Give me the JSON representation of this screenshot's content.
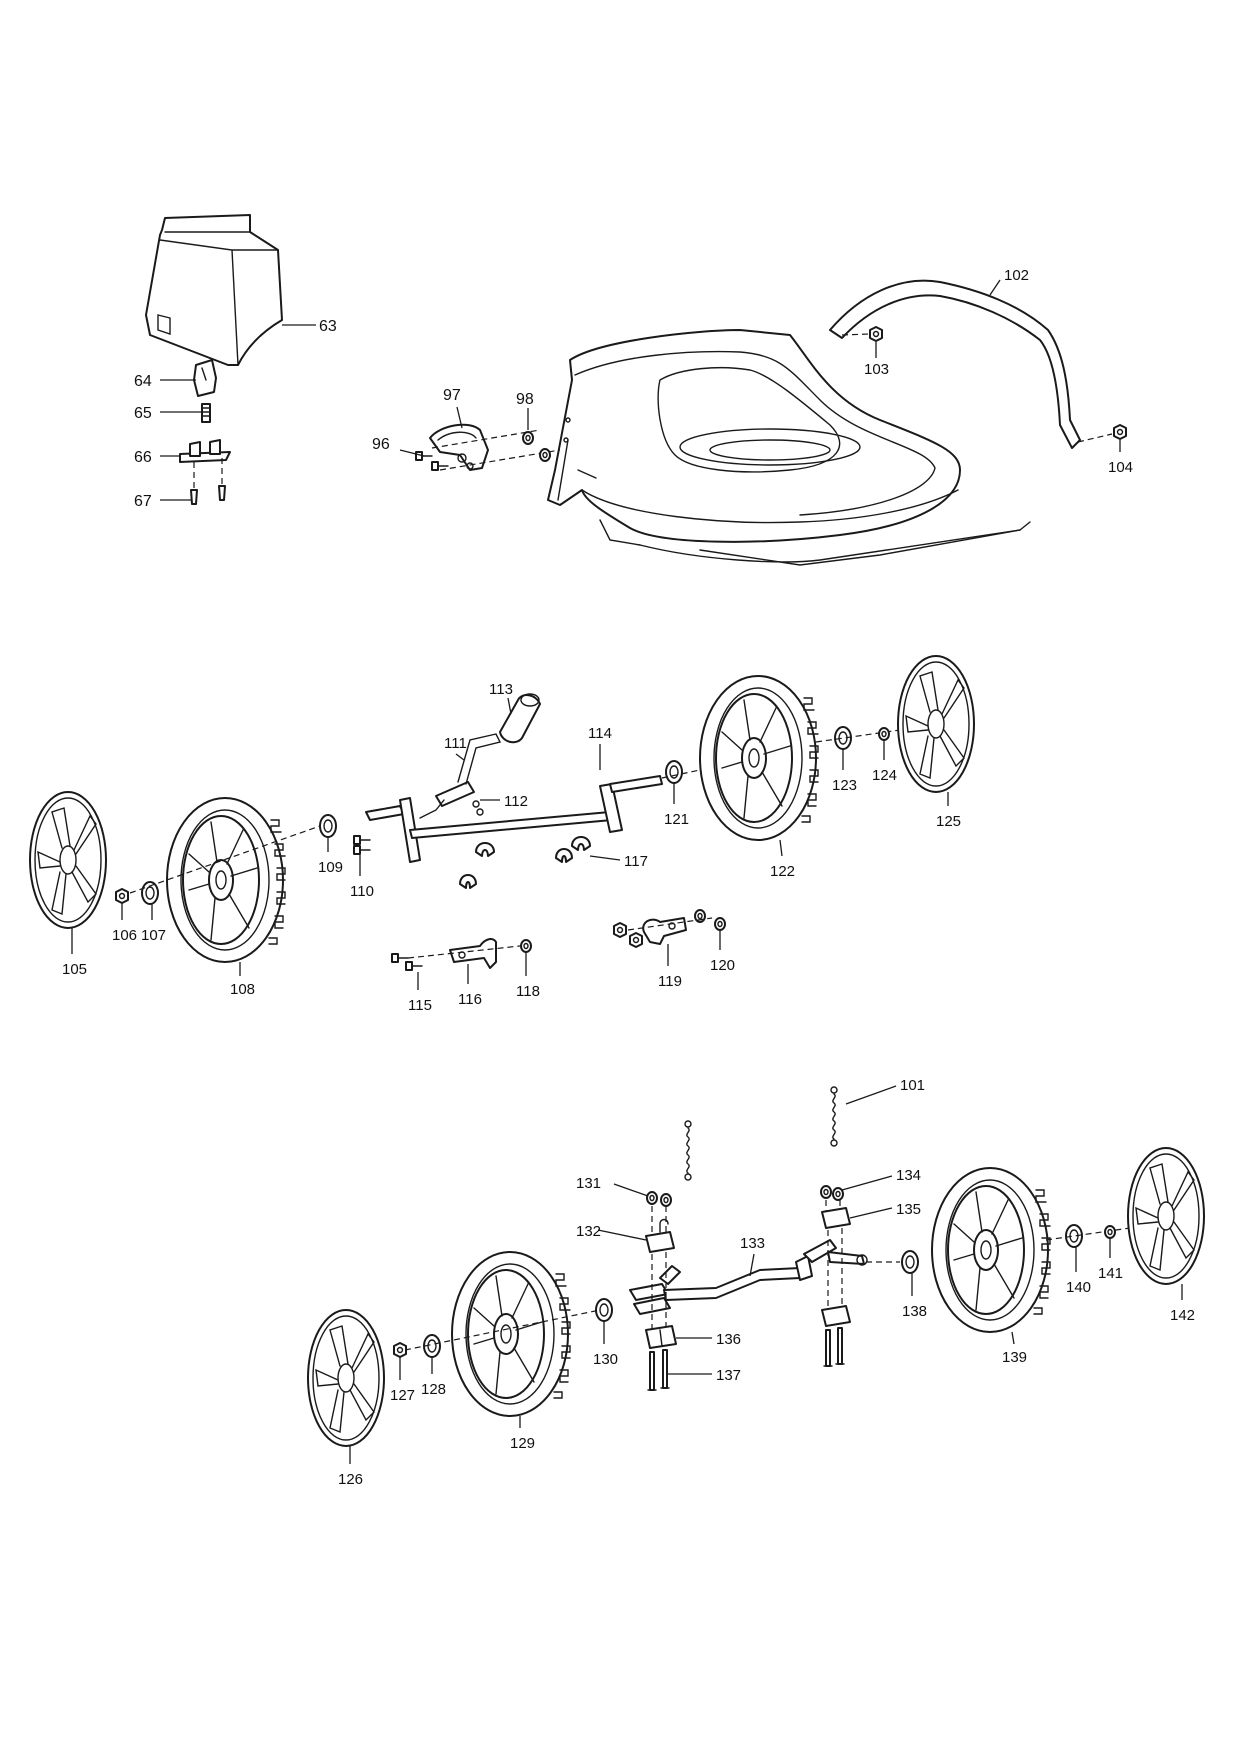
{
  "diagram": {
    "labels": {
      "p63": "63",
      "p64": "64",
      "p65": "65",
      "p66": "66",
      "p67": "67",
      "p96": "96",
      "p97": "97",
      "p98": "98",
      "p101": "101",
      "p102": "102",
      "p103": "103",
      "p104": "104",
      "p105": "105",
      "p106": "106",
      "p107": "107",
      "p108": "108",
      "p109": "109",
      "p110": "110",
      "p111": "111",
      "p112": "112",
      "p113": "113",
      "p114": "114",
      "p115": "115",
      "p116": "116",
      "p117": "117",
      "p118": "118",
      "p119": "119",
      "p120": "120",
      "p121": "121",
      "p122": "122",
      "p123": "123",
      "p124": "124",
      "p125": "125",
      "p126": "126",
      "p127": "127",
      "p128": "128",
      "p129": "129",
      "p130": "130",
      "p131": "131",
      "p132": "132",
      "p133": "133",
      "p134": "134",
      "p135": "135",
      "p136": "136",
      "p137": "137",
      "p138": "138",
      "p139": "139",
      "p140": "140",
      "p141": "141",
      "p142": "142"
    }
  }
}
